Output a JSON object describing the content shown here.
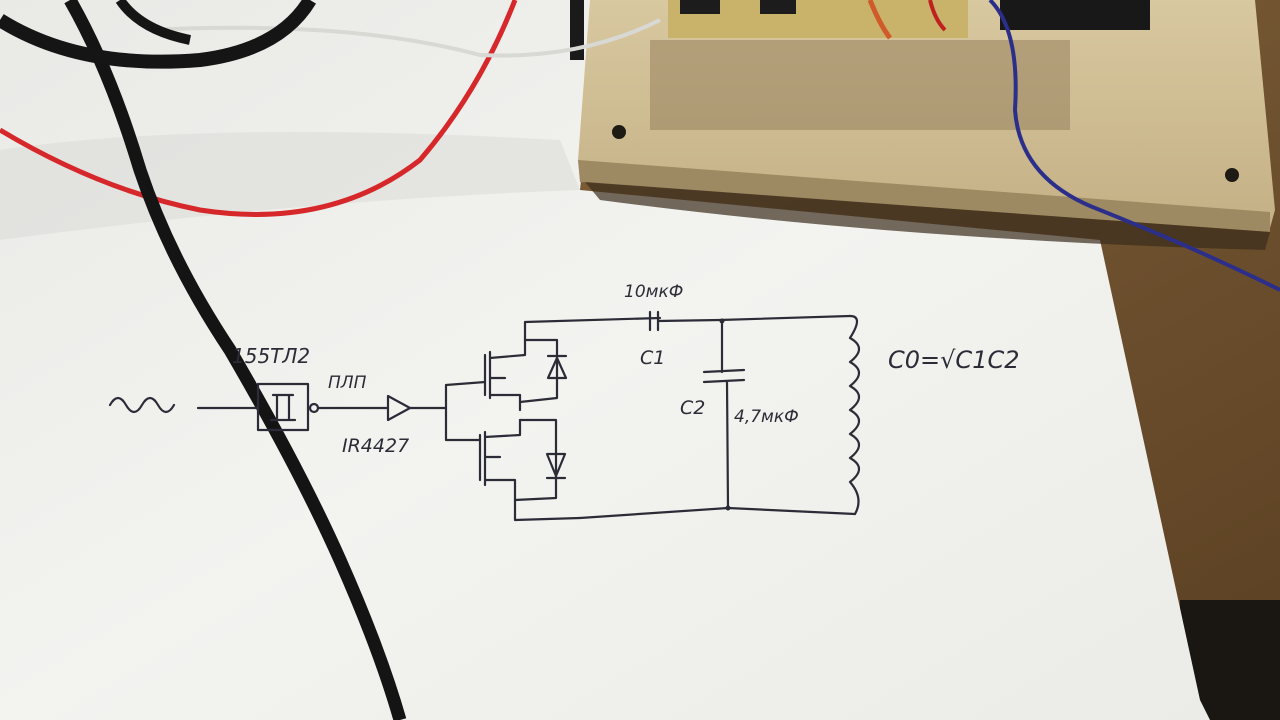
{
  "schematic": {
    "ic_label": "155ТЛ2",
    "schmitt_symbol": "⎍",
    "pulse_label": "ПЛП",
    "driver_label": "IR4427",
    "c1_value": "10мкФ",
    "c1_name": "C1",
    "c2_name": "C2",
    "c2_value": "4,7мкФ",
    "formula": "C0=√C1C2"
  },
  "colors": {
    "paper": "#f2f2ee",
    "ink": "#2c2c38",
    "board": "#cdbb92",
    "red_wire": "#d6282a",
    "blue_wire": "#2b2f8a",
    "black_cable": "#141414",
    "desk": "#7a5a36"
  }
}
